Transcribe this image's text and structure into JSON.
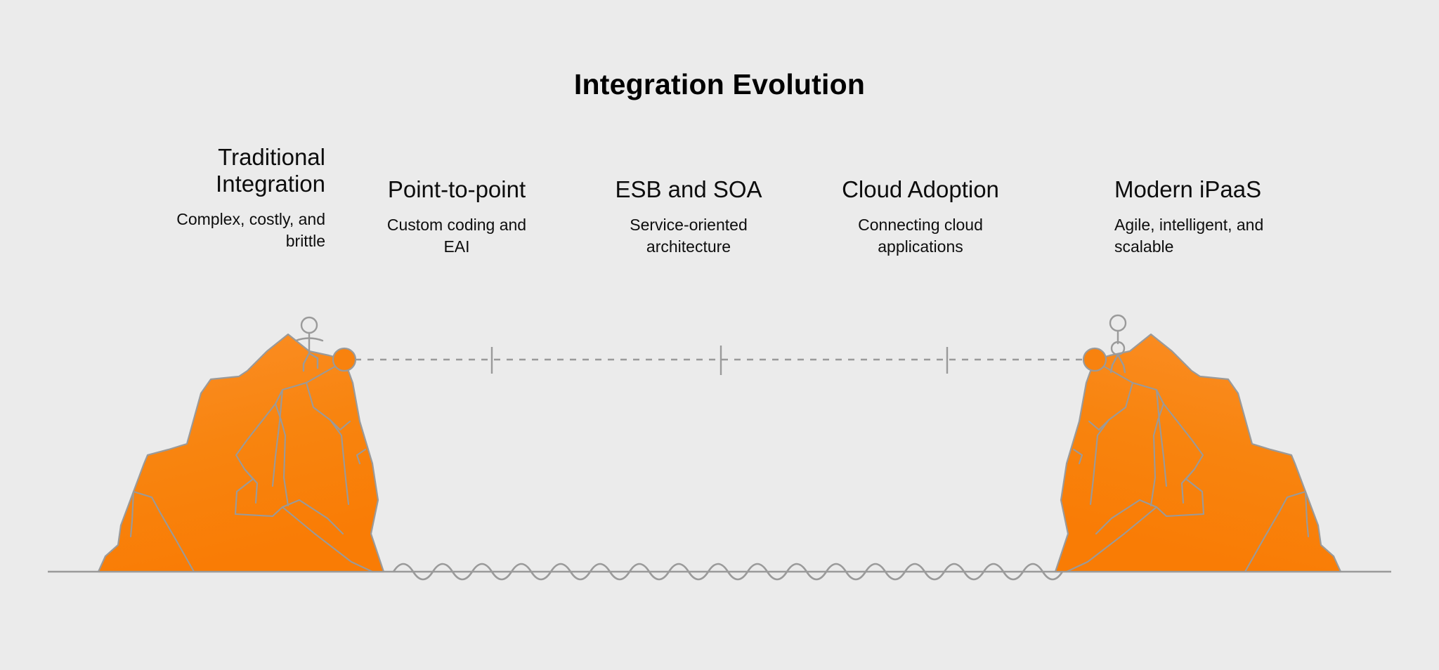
{
  "page": {
    "background_color": "#ebebeb",
    "title": "Integration Evolution"
  },
  "palette": {
    "mountain_orange": "#f8820e",
    "mountain_orange_light": "#fb8f28",
    "line_gray": "#9a9a9a",
    "text_black": "#0d0d0d"
  },
  "stages": [
    {
      "label": "Traditional Integration",
      "title_line_1": "Traditional",
      "title_line_2": "Integration",
      "subtitle": "Complex, costly, and brittle",
      "subtitle_line_1": "Complex, costly, and",
      "subtitle_line_2": "brittle",
      "align": "right"
    },
    {
      "label": "Point-to-point",
      "title_line_1": "Point-to-point",
      "title_line_2": "",
      "subtitle": "Custom coding and EAI",
      "subtitle_line_1": "Custom coding and",
      "subtitle_line_2": "EAI",
      "align": "center"
    },
    {
      "label": "ESB and SOA",
      "title_line_1": "ESB and SOA",
      "title_line_2": "",
      "subtitle": "Service-oriented architecture",
      "subtitle_line_1": "Service-oriented",
      "subtitle_line_2": "architecture",
      "align": "center"
    },
    {
      "label": "Cloud Adoption",
      "title_line_1": "Cloud Adoption",
      "title_line_2": "",
      "subtitle": "Connecting cloud applications",
      "subtitle_line_1": "Connecting cloud",
      "subtitle_line_2": "applications",
      "align": "center"
    },
    {
      "label": "Modern iPaaS",
      "title_line_1": "Modern iPaaS",
      "title_line_2": "",
      "subtitle": "Agile, intelligent, and scalable",
      "subtitle_line_1": "Agile, intelligent, and",
      "subtitle_line_2": "scalable",
      "align": "left"
    }
  ],
  "illustration": {
    "left_peak_marker": "orange-dot-marker",
    "right_peak_marker": "orange-dot-marker",
    "left_climber": "stick-figure-walking",
    "right_climber": "stick-figure-standing",
    "connector": "dashed-journey-line",
    "connector_ticks": 3,
    "water": "wavy-water-line",
    "ground": "ground-baseline"
  }
}
